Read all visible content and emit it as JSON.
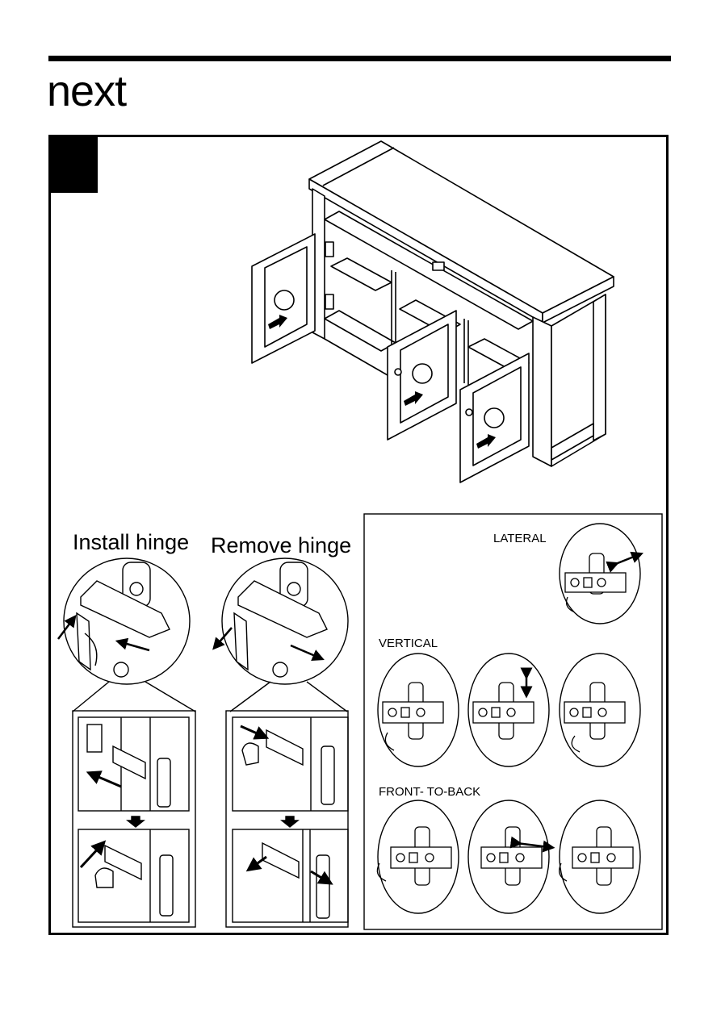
{
  "header": {
    "brand": "next"
  },
  "hinge_panels": {
    "install_title": "Install hinge",
    "remove_title": "Remove hinge"
  },
  "adjustment_panel": {
    "lateral_label": "LATERAL",
    "vertical_label": "VERTICAL",
    "front_to_back_label": "FRONT- TO-BACK"
  },
  "icons": [
    "cabinet-illustration",
    "door-arrow-icon",
    "hinge-detail-icon",
    "screwdriver-icon",
    "double-arrow-icon"
  ]
}
